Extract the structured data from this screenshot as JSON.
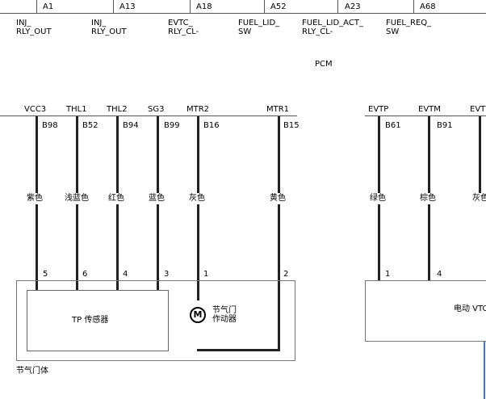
{
  "top_pins": [
    {
      "pin": "A1",
      "signal": "INJ_\nRLY_OUT"
    },
    {
      "pin": "A13",
      "signal": "INJ_\nRLY_OUT"
    },
    {
      "pin": "A18",
      "signal": "EVTC_\nRLY_CL-"
    },
    {
      "pin": "A52",
      "signal": "FUEL_LID_\nSW"
    },
    {
      "pin": "A23",
      "signal": "FUEL_LID_ACT_\nRLY_CL-"
    },
    {
      "pin": "A68",
      "signal": "FUEL_REQ_\nSW"
    }
  ],
  "module_name": "PCM",
  "pcm_pins": [
    {
      "signal": "VCC3",
      "pin": "B98",
      "color": "紫色",
      "connector_pin": "5"
    },
    {
      "signal": "THL1",
      "pin": "B52",
      "color": "浅蓝色",
      "connector_pin": "6"
    },
    {
      "signal": "THL2",
      "pin": "B94",
      "color": "红色",
      "connector_pin": "4"
    },
    {
      "signal": "SG3",
      "pin": "B99",
      "color": "蓝色",
      "connector_pin": "3"
    },
    {
      "signal": "MTR2",
      "pin": "B16",
      "color": "灰色",
      "connector_pin": "1"
    },
    {
      "signal": "MTR1",
      "pin": "B15",
      "color": "黄色",
      "connector_pin": "2"
    },
    {
      "signal": "EVTP",
      "pin": "B61",
      "color": "绿色",
      "connector_pin": "1"
    },
    {
      "signal": "EVTM",
      "pin": "B91",
      "color": "棕色",
      "connector_pin": "4"
    },
    {
      "signal": "EVT",
      "pin": "",
      "color": "灰色",
      "connector_pin": ""
    }
  ],
  "components": {
    "throttle_body": "节气门体",
    "tp_sensor": "TP 传感器",
    "motor_symbol": "M",
    "actuator": "节气门\n作动器",
    "evtc": "电动 VTC"
  }
}
